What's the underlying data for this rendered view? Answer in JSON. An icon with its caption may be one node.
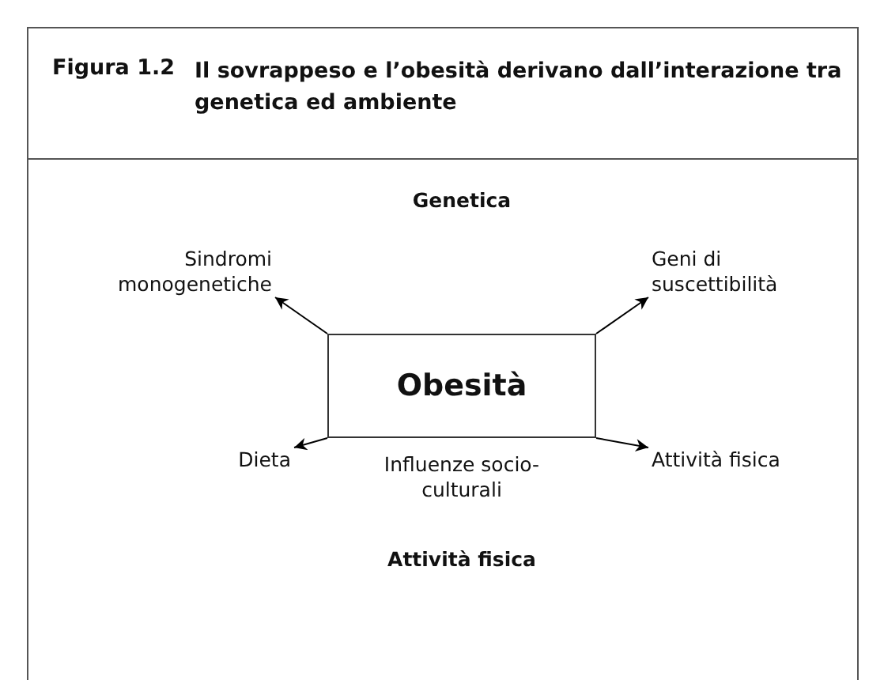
{
  "diagram": {
    "title": "Il sovrappeso e l’obesità derivano dall’interazione tra genetica ed ambiente",
    "nodes": [
      {
        "text": [
          "Obesità"
        ]
      },
      {
        "text": [
          "Sindromi monogenetiche"
        ]
      },
      {
        "text": [
          "Geni di suscettibilità"
        ]
      },
      {
        "text": [
          "Dieta"
        ]
      },
      {
        "text": [
          "Attività fisica"
        ]
      }
    ],
    "edges": [
      {
        "from": 0,
        "to": 1,
        "arrow": "to"
      },
      {
        "from": 0,
        "to": 2,
        "arrow": "to"
      },
      {
        "from": 0,
        "to": 3,
        "arrow": "to"
      },
      {
        "from": 0,
        "to": 4,
        "arrow": "to"
      }
    ],
    "labels": [
      "Figura 1.2",
      "Genetica",
      "Influenze socio-culturali",
      "Attività fisica"
    ]
  }
}
